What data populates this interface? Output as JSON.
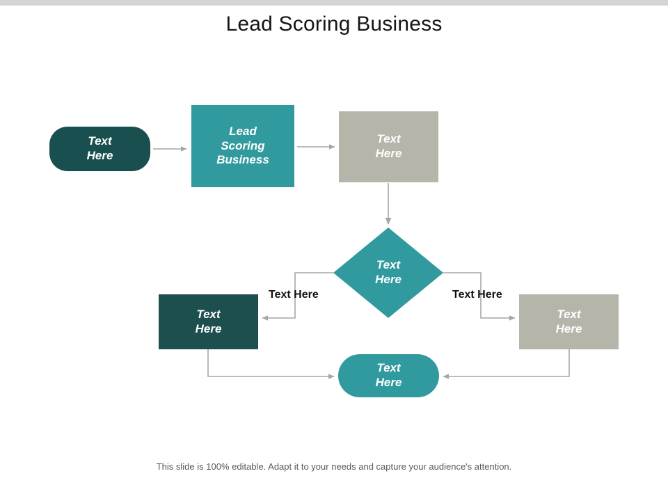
{
  "slide": {
    "title": "Lead Scoring Business",
    "footer": "This slide is 100% editable. Adapt it to your needs and capture your audience's attention.",
    "colors": {
      "dark_teal": "#1A4F4F",
      "teal": "#319A9E",
      "warm_gray": "#B5B5AA",
      "connector_gray": "#A6A6A6",
      "title_text": "#151515",
      "footer_text": "#595959",
      "node_text": "#FFFFFF",
      "top_band": "#D4D4D4",
      "background": "#FFFFFF"
    }
  },
  "diagram": {
    "nodes": {
      "start": {
        "label": "Text\nHere",
        "shape": "rounded-rectangle",
        "color": "#1A4F4F"
      },
      "lead_scoring": {
        "label": "Lead\nScoring\nBusiness",
        "shape": "rectangle",
        "color": "#319A9E"
      },
      "top_right": {
        "label": "Text\nHere",
        "shape": "rectangle",
        "color": "#B5B5AA"
      },
      "decision": {
        "label": "Text\nHere",
        "shape": "diamond",
        "color": "#319A9E"
      },
      "bottom_left": {
        "label": "Text\nHere",
        "shape": "rectangle",
        "color": "#1D4F4E"
      },
      "bottom_right": {
        "label": "Text\nHere",
        "shape": "rectangle",
        "color": "#B5B5AA"
      },
      "bottom_center": {
        "label": "Text\nHere",
        "shape": "rounded-rectangle",
        "color": "#319A9E"
      }
    },
    "edge_labels": {
      "left": "Text Here",
      "right": "Text Here"
    }
  }
}
